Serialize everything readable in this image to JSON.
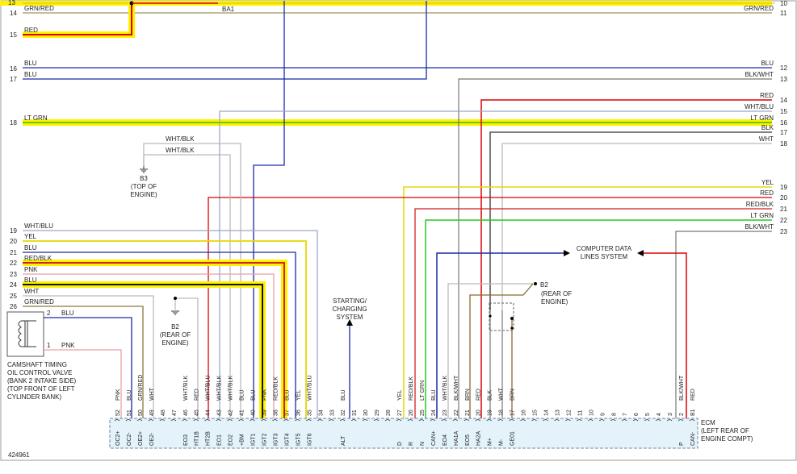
{
  "diagram": {
    "figure_number": "424961",
    "left_wires_top": [
      {
        "num": "13",
        "label": "",
        "color": "#e8d800"
      },
      {
        "num": "14",
        "label": "GRN/RED",
        "color": "#8a7a3a"
      },
      {
        "num": "15",
        "label": "RED",
        "color": "#dd0000"
      },
      {
        "num": "16",
        "label": "BLU",
        "color": "#1a2aa8"
      },
      {
        "num": "17",
        "label": "BLU",
        "color": "#1a2aa8"
      },
      {
        "num": "18",
        "label": "LT GRN",
        "color": "#66cc00"
      }
    ],
    "splice_label": "BA1",
    "right_wires": [
      {
        "num": "10",
        "label": "",
        "color": "#e8d800"
      },
      {
        "num": "11",
        "label": "GRN/RED",
        "color": "#8a7a3a"
      },
      {
        "num": "12",
        "label": "BLU",
        "color": "#1a2aa8"
      },
      {
        "num": "13",
        "label": "BLK/WHT",
        "color": "#555555"
      },
      {
        "num": "14",
        "label": "RED",
        "color": "#dd0000"
      },
      {
        "num": "15",
        "label": "WHT/BLU",
        "color": "#9ea8c8"
      },
      {
        "num": "16",
        "label": "LT GRN",
        "color": "#66cc00"
      },
      {
        "num": "17",
        "label": "BLK",
        "color": "#333333"
      },
      {
        "num": "18",
        "label": "WHT",
        "color": "#bbbbbb"
      },
      {
        "num": "19",
        "label": "YEL",
        "color": "#e8d800"
      },
      {
        "num": "20",
        "label": "RED",
        "color": "#dd0000"
      },
      {
        "num": "21",
        "label": "RED/BLK",
        "color": "#cc2222"
      },
      {
        "num": "22",
        "label": "LT GRN",
        "color": "#22cc22"
      },
      {
        "num": "23",
        "label": "BLK/WHT",
        "color": "#555555"
      }
    ],
    "left_wires_bottom": [
      {
        "num": "19",
        "label": "WHT/BLU",
        "color": "#9ea8c8"
      },
      {
        "num": "20",
        "label": "YEL",
        "color": "#e8d800"
      },
      {
        "num": "21",
        "label": "BLU",
        "color": "#1a2aa8"
      },
      {
        "num": "22",
        "label": "RED/BLK",
        "color": "#cc2222"
      },
      {
        "num": "23",
        "label": "PNK",
        "color": "#e8a0a8"
      },
      {
        "num": "24",
        "label": "BLU",
        "color": "#1a2aa8"
      },
      {
        "num": "25",
        "label": "WHT",
        "color": "#bbbbbb"
      },
      {
        "num": "26",
        "label": "GRN/RED",
        "color": "#8a7a3a"
      }
    ],
    "b3_wires": [
      "WHT/BLK",
      "WHT/BLK"
    ],
    "ground_b3": {
      "id": "B3",
      "location": "(TOP OF",
      "location2": "ENGINE)"
    },
    "ground_b2a": {
      "id": "B2",
      "location": "(REAR OF",
      "location2": "ENGINE)"
    },
    "ground_b2b": {
      "id": "B2",
      "location": "(REAR OF",
      "location2": "ENGINE)"
    },
    "starting": {
      "line1": "STARTING/",
      "line2": "CHARGING",
      "line3": "SYSTEM"
    },
    "cdl": {
      "line1": "COMPUTER DATA",
      "line2": "LINES SYSTEM"
    },
    "ocv": {
      "lines": [
        "CAMSHAFT TIMING",
        "OIL CONTROL VALVE",
        "(BANK 2 INTAKE SIDE)",
        "(TOP FRONT OF LEFT",
        "CYLINDER BANK)"
      ],
      "pins": [
        {
          "num": "2",
          "label": "BLU"
        },
        {
          "num": "1",
          "label": "PNK"
        }
      ]
    },
    "ecm": {
      "lines": [
        "ECM",
        "(LEFT REAR OF",
        "ENGINE COMPT)"
      ]
    },
    "ecm_pins": [
      {
        "num": "52",
        "name": "OC2+",
        "wire": "PNK"
      },
      {
        "num": "51",
        "name": "OC2-",
        "wire": "BLU"
      },
      {
        "num": "50",
        "name": "OE2+",
        "wire": "GRN/RED"
      },
      {
        "num": "49",
        "name": "OE2-",
        "wire": "WHT"
      },
      {
        "num": "48",
        "name": "",
        "wire": ""
      },
      {
        "num": "47",
        "name": "",
        "wire": ""
      },
      {
        "num": "46",
        "name": "EO3",
        "wire": "WHT/BLK"
      },
      {
        "num": "45",
        "name": "HT1B",
        "wire": "RED"
      },
      {
        "num": "44",
        "name": "HT2B",
        "wire": "WHT/BLU"
      },
      {
        "num": "43",
        "name": "EO1",
        "wire": "WHT/BLK"
      },
      {
        "num": "42",
        "name": "EO2",
        "wire": "WHT/BLK"
      },
      {
        "num": "41",
        "name": "+BM",
        "wire": "BLU"
      },
      {
        "num": "40",
        "name": "IGT1",
        "wire": "BLU"
      },
      {
        "num": "39",
        "name": "IGT2",
        "wire": "PNK"
      },
      {
        "num": "38",
        "name": "IGT3",
        "wire": "RED/BLK"
      },
      {
        "num": "37",
        "name": "IGT4",
        "wire": "BLU"
      },
      {
        "num": "36",
        "name": "IGT5",
        "wire": "YEL"
      },
      {
        "num": "35",
        "name": "IGT6",
        "wire": "WHT/BLU"
      },
      {
        "num": "34",
        "name": "",
        "wire": ""
      },
      {
        "num": "33",
        "name": "",
        "wire": ""
      },
      {
        "num": "32",
        "name": "ALT",
        "wire": "BLU"
      },
      {
        "num": "31",
        "name": "",
        "wire": ""
      },
      {
        "num": "30",
        "name": "",
        "wire": ""
      },
      {
        "num": "29",
        "name": "",
        "wire": ""
      },
      {
        "num": "28",
        "name": "",
        "wire": ""
      },
      {
        "num": "27",
        "name": "D",
        "wire": "YEL"
      },
      {
        "num": "26",
        "name": "R",
        "wire": "RED/BLK"
      },
      {
        "num": "25",
        "name": "N",
        "wire": "LT GRN"
      },
      {
        "num": "24",
        "name": "CAN+",
        "wire": "BLU"
      },
      {
        "num": "23",
        "name": "EO4",
        "wire": "WHT/BLK"
      },
      {
        "num": "22",
        "name": "HA1A",
        "wire": "BLK/WHT"
      },
      {
        "num": "21",
        "name": "EO5",
        "wire": "BRN"
      },
      {
        "num": "20",
        "name": "HA2A",
        "wire": "RED"
      },
      {
        "num": "19",
        "name": "M+",
        "wire": "BLK"
      },
      {
        "num": "18",
        "name": "M-",
        "wire": "WHT"
      },
      {
        "num": "17",
        "name": "GE01",
        "wire": "BRN"
      },
      {
        "num": "16",
        "name": "",
        "wire": ""
      },
      {
        "num": "15",
        "name": "",
        "wire": ""
      },
      {
        "num": "14",
        "name": "",
        "wire": ""
      },
      {
        "num": "13",
        "name": "",
        "wire": ""
      },
      {
        "num": "12",
        "name": "",
        "wire": ""
      },
      {
        "num": "11",
        "name": "",
        "wire": ""
      },
      {
        "num": "10",
        "name": "",
        "wire": ""
      },
      {
        "num": "9",
        "name": "",
        "wire": ""
      },
      {
        "num": "8",
        "name": "",
        "wire": ""
      },
      {
        "num": "7",
        "name": "",
        "wire": ""
      },
      {
        "num": "6",
        "name": "",
        "wire": ""
      },
      {
        "num": "5",
        "name": "",
        "wire": ""
      },
      {
        "num": "4",
        "name": "",
        "wire": ""
      },
      {
        "num": "3",
        "name": "",
        "wire": ""
      },
      {
        "num": "2",
        "name": "P",
        "wire": "BLK/WHT"
      },
      {
        "num": "B1",
        "name": "CAN-",
        "wire": "RED"
      }
    ],
    "colors": {
      "box_fill": "#e4f2fa",
      "box_border": "#6a8aa8",
      "highlight_yellow": "#fff200"
    }
  }
}
